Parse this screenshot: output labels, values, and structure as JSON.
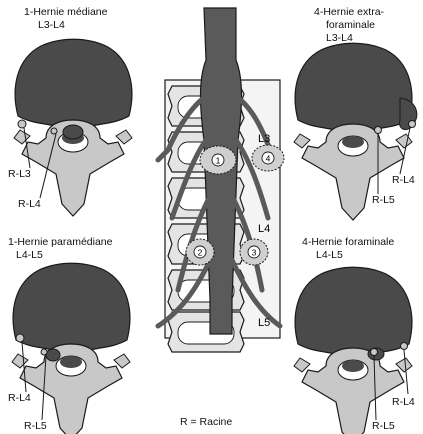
{
  "colors": {
    "body": "#4a4a4a",
    "bone": "#c8c8c8",
    "line": "#1a1a1a",
    "cord": "#5a5a5a",
    "canal": "#ffffff"
  },
  "panels": {
    "top_left": {
      "title": "1-Hernie médiane",
      "level": "L3-L4",
      "roots": [
        "R-L3",
        "R-L4"
      ]
    },
    "bottom_left": {
      "title": "1-Hernie paramédiane",
      "level": "L4-L5",
      "roots": [
        "R-L4",
        "R-L5"
      ]
    },
    "top_right": {
      "title_line1": "4-Hernie extra-",
      "title_line2": "foraminale",
      "level": "L3-L4",
      "roots": [
        "R-L4",
        "R-L5"
      ]
    },
    "bottom_right": {
      "title": "4-Hernie foraminale",
      "level": "L4-L5",
      "roots": [
        "R-L4",
        "R-L5"
      ]
    }
  },
  "center": {
    "levels": [
      "L3",
      "L4",
      "L5"
    ],
    "hernia_markers": [
      "1",
      "4",
      "2",
      "3"
    ]
  },
  "legend": "R = Racine"
}
